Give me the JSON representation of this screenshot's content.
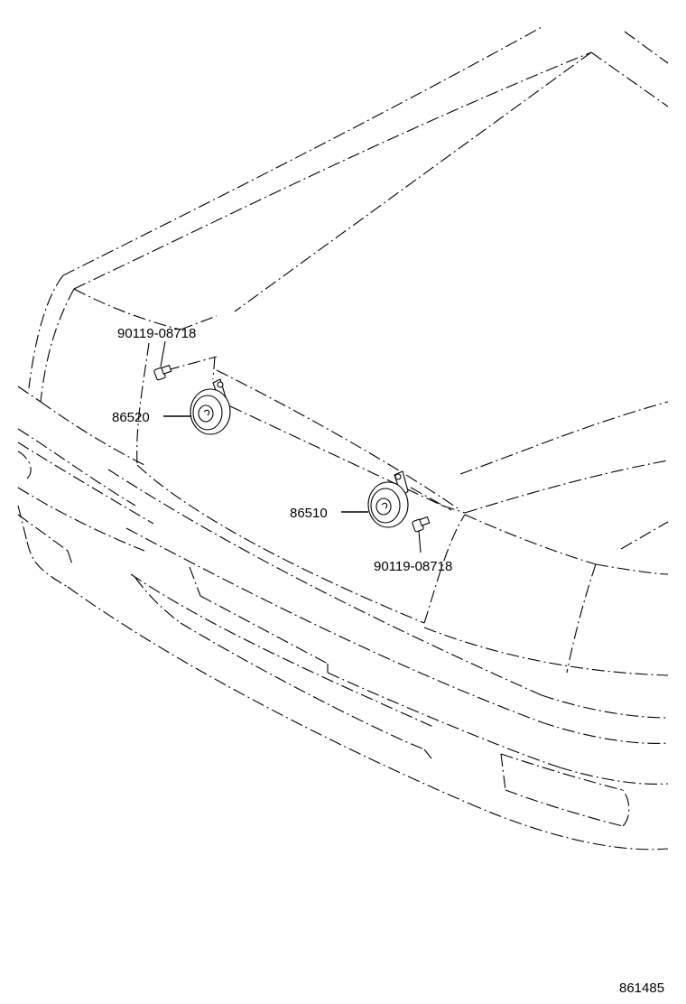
{
  "callouts": {
    "bolt_left": "90119-08718",
    "horn_left": "86520",
    "horn_right": "86510",
    "bolt_right": "90119-08718"
  },
  "illustration_number": "861485",
  "icons": [
    "horn-icon",
    "bolt-icon"
  ]
}
